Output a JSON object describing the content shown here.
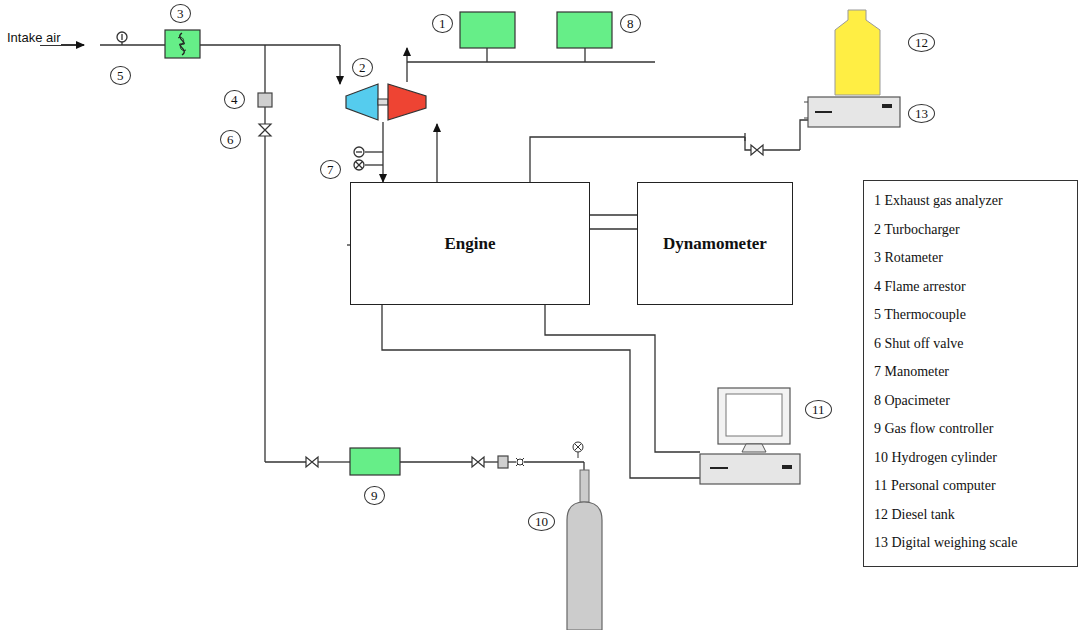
{
  "diagram": {
    "nodes": [
      {
        "text": [
          "Engine"
        ]
      },
      {
        "text": [
          "Dynamometer"
        ]
      }
    ],
    "edges": [
      {
        "from": 0,
        "to": 1,
        "arrow": "none"
      }
    ],
    "labels": [
      "Intake air",
      "3",
      "1",
      "8",
      "12",
      "5",
      "4",
      "2",
      "6",
      "7",
      "13",
      "11",
      "9",
      "10"
    ],
    "legend": [
      {
        "text": "1 Exhaust gas analyzer"
      },
      {
        "text": "2 Turbocharger"
      },
      {
        "text": "3 Rotameter"
      },
      {
        "text": "4 Flame arrestor"
      },
      {
        "text": "5 Thermocouple"
      },
      {
        "text": "6 Shut off valve"
      },
      {
        "text": "7 Manometer"
      },
      {
        "text": "8 Opacimeter"
      },
      {
        "text": "9 Gas flow controller"
      },
      {
        "text": "10 Hydrogen cylinder"
      },
      {
        "text": "11 Personal computer"
      },
      {
        "text": "12 Diesel tank"
      },
      {
        "text": "13 Digital weighing scale"
      }
    ]
  }
}
